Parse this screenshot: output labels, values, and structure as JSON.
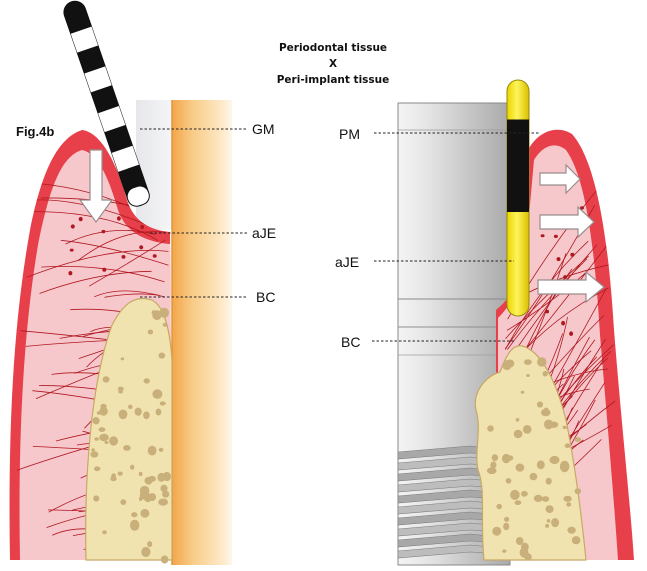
{
  "title": {
    "line1": "Periodontal tissue",
    "line2": "X",
    "line3": "Peri-implant tissue"
  },
  "figure_label": "Fig.4b",
  "left_labels": {
    "gm": "GM",
    "aje": "aJE",
    "bc": "BC"
  },
  "right_labels": {
    "pm": "PM",
    "aje": "aJE",
    "bc": "BC"
  },
  "colors": {
    "gingiva_outer": "#e8404a",
    "gingiva_inner": "#f6c8cc",
    "fibers": "#b01820",
    "bone": "#f1e3b0",
    "bone_pores": "#c9b07a",
    "tooth": "#f7c781",
    "implant": "#d2d2d2",
    "probe_yellow": "#f6e71a",
    "probe_dark": "#111111"
  }
}
